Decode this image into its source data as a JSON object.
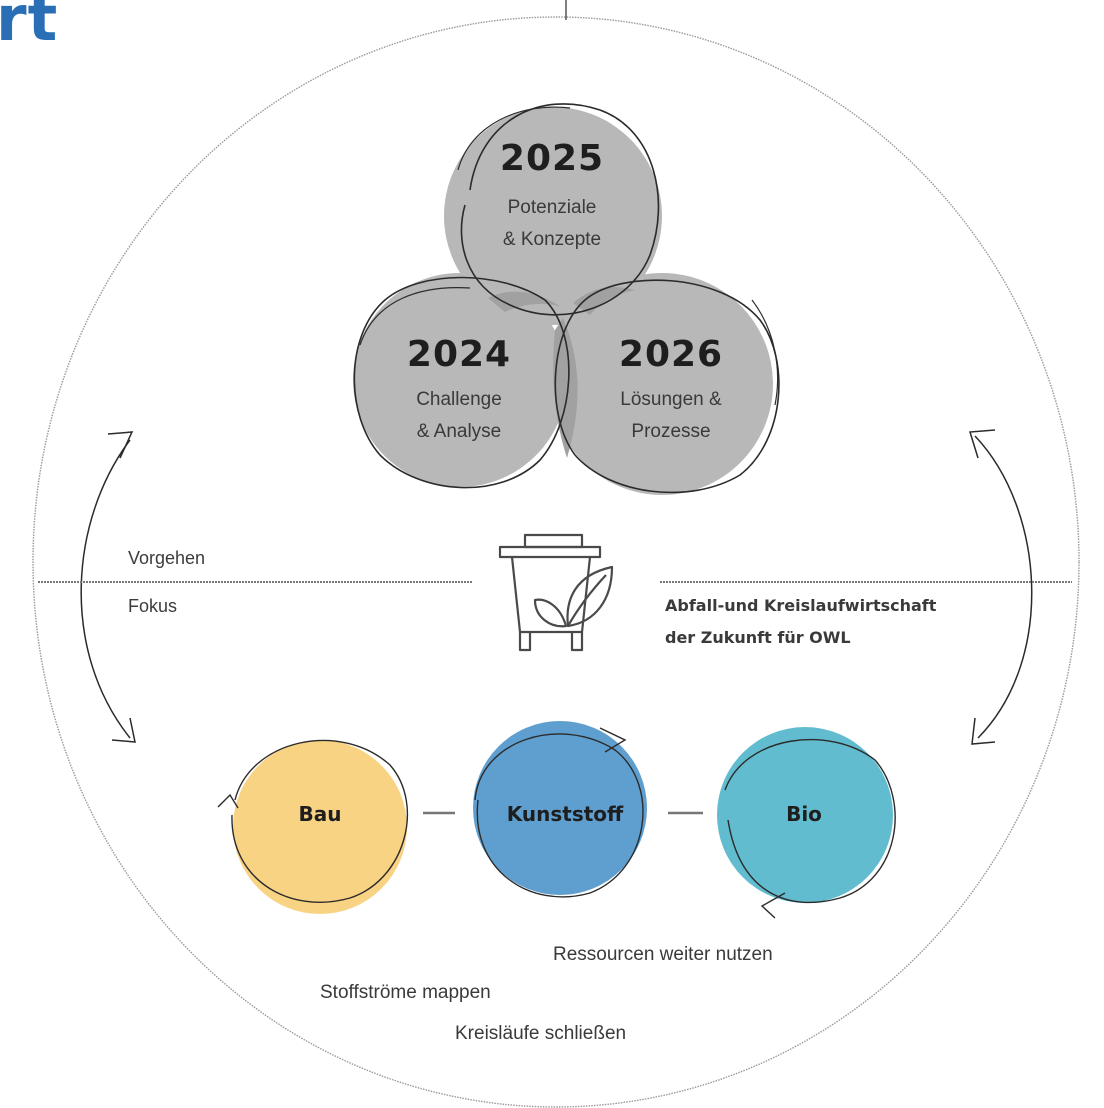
{
  "header": {
    "clipped_title": "rt"
  },
  "phases": [
    {
      "year": "2025",
      "line1": "Potenziale",
      "line2": "& Konzepte"
    },
    {
      "year": "2024",
      "line1": "Challenge",
      "line2": "& Analyse"
    },
    {
      "year": "2026",
      "line1": "Lösungen &",
      "line2": "Prozesse"
    }
  ],
  "axis": {
    "top_label": "Vorgehen",
    "bottom_label": "Fokus"
  },
  "focus": {
    "line1": "Abfall-und Kreislaufwirtschaft",
    "line2": "der Zukunft für OWL",
    "icon": "bin-with-leaf-icon"
  },
  "categories": [
    {
      "label": "Bau",
      "color": "#f9d384"
    },
    {
      "label": "Kunststoff",
      "color": "#5f9fcf"
    },
    {
      "label": "Bio",
      "color": "#62bccf"
    }
  ],
  "actions": {
    "resources": "Ressourcen weiter nutzen",
    "streams": "Stoffströme mappen",
    "cycles": "Kreisläufe schließen"
  },
  "colors": {
    "phase_fill": "#b8b8b8",
    "phase_overlap": "#a1a1a1",
    "outline": "#2b2b2b"
  }
}
